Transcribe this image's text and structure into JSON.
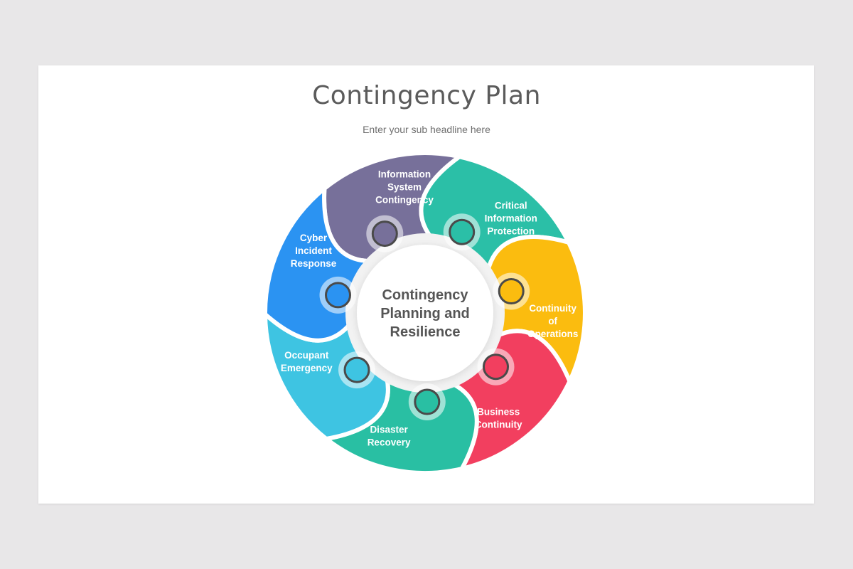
{
  "slide": {
    "title": "Contingency Plan",
    "subtitle": "Enter your sub headline here"
  },
  "diagram": {
    "center": {
      "lines": [
        "Contingency",
        "Planning and",
        "Resilience"
      ]
    },
    "segments": [
      {
        "lines": [
          "Information",
          "System",
          "Contingency"
        ],
        "color": "#77709a"
      },
      {
        "lines": [
          "Critical",
          "Information",
          "Protection"
        ],
        "color": "#2bbfa7"
      },
      {
        "lines": [
          "Continuity",
          "of",
          "Operations"
        ],
        "color": "#fbbc0f"
      },
      {
        "lines": [
          "Business",
          "Continuity"
        ],
        "color": "#f23f5f"
      },
      {
        "lines": [
          "Disaster",
          "Recovery"
        ],
        "color": "#29bfa3"
      },
      {
        "lines": [
          "Occupant",
          "Emergency"
        ],
        "color": "#3ec4e2"
      },
      {
        "lines": [
          "Cyber",
          "Incident",
          "Response"
        ],
        "color": "#2b93f2"
      }
    ]
  }
}
